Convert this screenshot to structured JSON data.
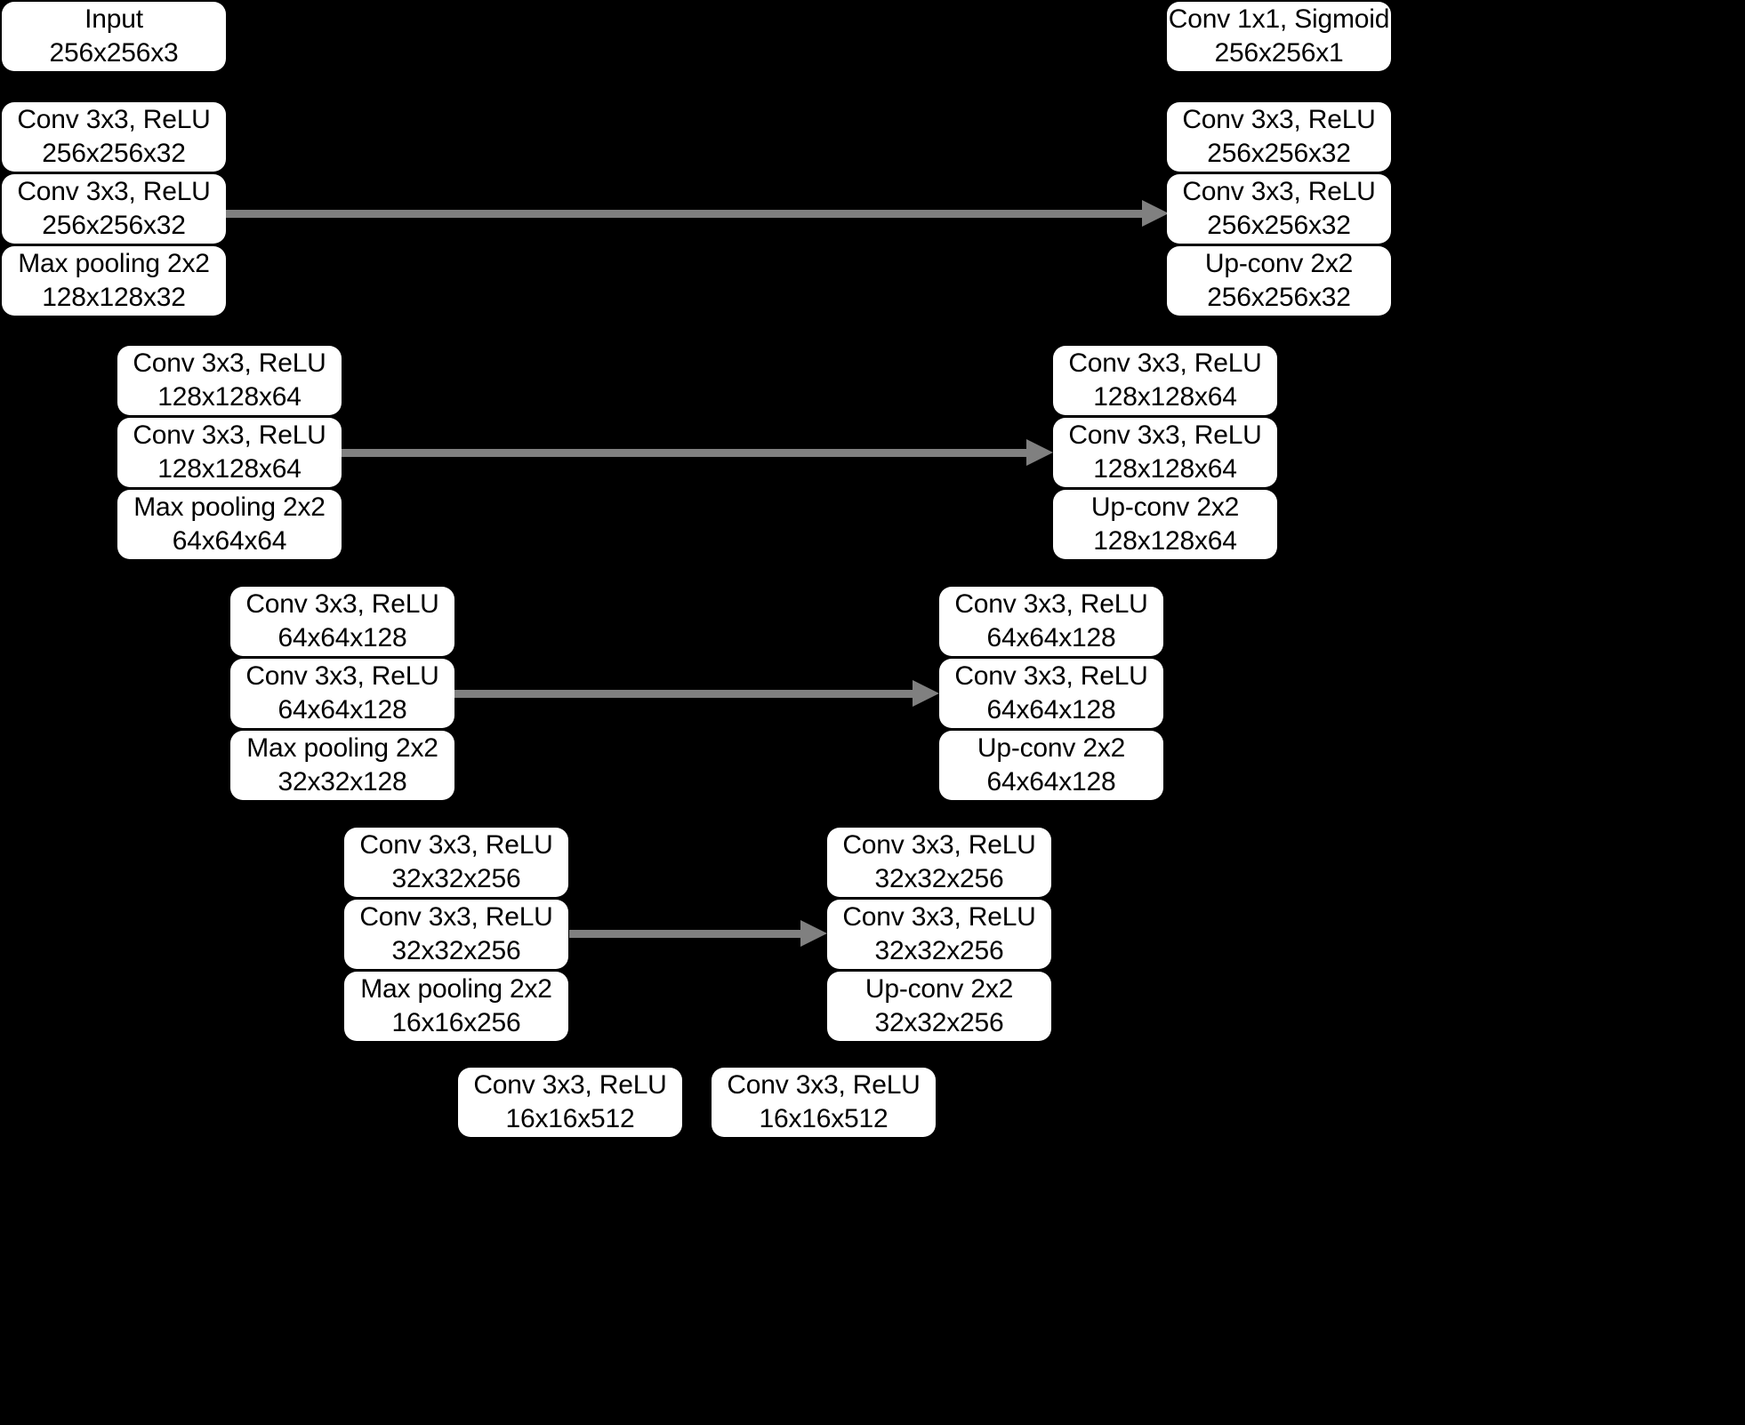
{
  "diagram": {
    "title": "U-Net architecture block diagram",
    "background_color": "#000000",
    "node_fill_color": "#ffffff",
    "node_text_color": "#000000",
    "arrow_color": "#808080"
  },
  "encoder": {
    "level1": [
      {
        "line1": "Input",
        "line2": "256x256x3"
      },
      {
        "line1": "Conv 3x3, ReLU",
        "line2": "256x256x32"
      },
      {
        "line1": "Conv 3x3, ReLU",
        "line2": "256x256x32"
      },
      {
        "line1": "Max pooling 2x2",
        "line2": "128x128x32"
      }
    ],
    "level2": [
      {
        "line1": "Conv 3x3, ReLU",
        "line2": "128x128x64"
      },
      {
        "line1": "Conv 3x3, ReLU",
        "line2": "128x128x64"
      },
      {
        "line1": "Max pooling 2x2",
        "line2": "64x64x64"
      }
    ],
    "level3": [
      {
        "line1": "Conv 3x3, ReLU",
        "line2": "64x64x128"
      },
      {
        "line1": "Conv 3x3, ReLU",
        "line2": "64x64x128"
      },
      {
        "line1": "Max pooling 2x2",
        "line2": "32x32x128"
      }
    ],
    "level4": [
      {
        "line1": "Conv 3x3, ReLU",
        "line2": "32x32x256"
      },
      {
        "line1": "Conv 3x3, ReLU",
        "line2": "32x32x256"
      },
      {
        "line1": "Max pooling 2x2",
        "line2": "16x16x256"
      }
    ]
  },
  "bottleneck": [
    {
      "line1": "Conv 3x3, ReLU",
      "line2": "16x16x512"
    },
    {
      "line1": "Conv 3x3, ReLU",
      "line2": "16x16x512"
    }
  ],
  "decoder": {
    "level4": [
      {
        "line1": "Conv 3x3, ReLU",
        "line2": "32x32x256"
      },
      {
        "line1": "Conv 3x3, ReLU",
        "line2": "32x32x256"
      },
      {
        "line1": "Up-conv 2x2",
        "line2": "32x32x256"
      }
    ],
    "level3": [
      {
        "line1": "Conv 3x3, ReLU",
        "line2": "64x64x128"
      },
      {
        "line1": "Conv 3x3, ReLU",
        "line2": "64x64x128"
      },
      {
        "line1": "Up-conv 2x2",
        "line2": "64x64x128"
      }
    ],
    "level2": [
      {
        "line1": "Conv 3x3, ReLU",
        "line2": "128x128x64"
      },
      {
        "line1": "Conv 3x3, ReLU",
        "line2": "128x128x64"
      },
      {
        "line1": "Up-conv 2x2",
        "line2": "128x128x64"
      }
    ],
    "level1": [
      {
        "line1": "Conv 1x1, Sigmoid",
        "line2": "256x256x1"
      },
      {
        "line1": "Conv 3x3, ReLU",
        "line2": "256x256x32"
      },
      {
        "line1": "Conv 3x3, ReLU",
        "line2": "256x256x32"
      },
      {
        "line1": "Up-conv 2x2",
        "line2": "256x256x32"
      }
    ]
  },
  "skip_connections": [
    {
      "name": "skip-level-1",
      "label": ""
    },
    {
      "name": "skip-level-2",
      "label": ""
    },
    {
      "name": "skip-level-3",
      "label": ""
    },
    {
      "name": "skip-level-4",
      "label": ""
    }
  ]
}
